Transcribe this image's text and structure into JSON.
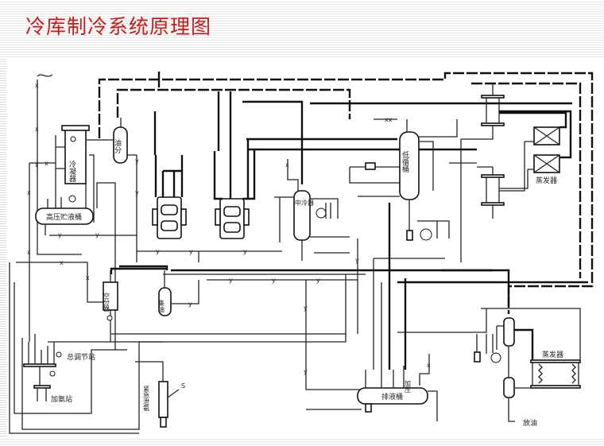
{
  "title": "冷库制冷系统原理图",
  "colors": {
    "title": "#cc1a1a",
    "line": "#111111",
    "background": "#ffffff"
  },
  "components": {
    "condenser": "冷凝器",
    "oil_separator": "油分",
    "high_pressure_receiver": "高压贮液桶",
    "air_separator": "空分器",
    "oil_collector": "集油",
    "intercooler": "中冷器",
    "low_pressure_circulator": "低循桶",
    "evaporator_top": "蒸发器",
    "evaporator_bottom": "蒸发器",
    "main_regulating_station": "总调节站",
    "ammonia_charging_station": "加氨站",
    "emergency_ammonia_release": "紧急泄氨",
    "drain_receiver": "排液桶",
    "pressurize": "加压",
    "oil_drain": "放油"
  },
  "line_marks": {
    "x": "x",
    "y": "y",
    "xx": "xx",
    "s": "S"
  }
}
